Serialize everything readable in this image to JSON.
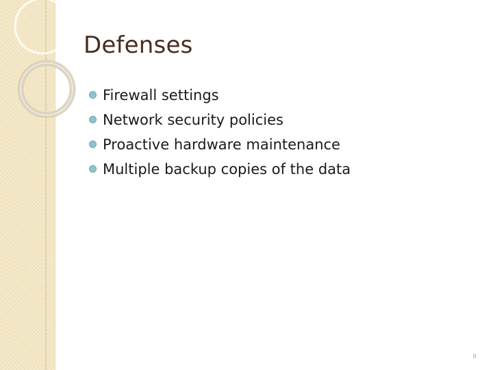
{
  "slide": {
    "title": "Defenses",
    "bullets": [
      "Firewall settings",
      "Network security policies",
      "Proactive hardware maintenance",
      "Multiple backup copies of the data"
    ],
    "slide_number": "8"
  },
  "theme": {
    "title_color": "#4a2d1f",
    "bullet_color": "#8ec4cc",
    "sidebar_color": "#f3e6c3"
  }
}
